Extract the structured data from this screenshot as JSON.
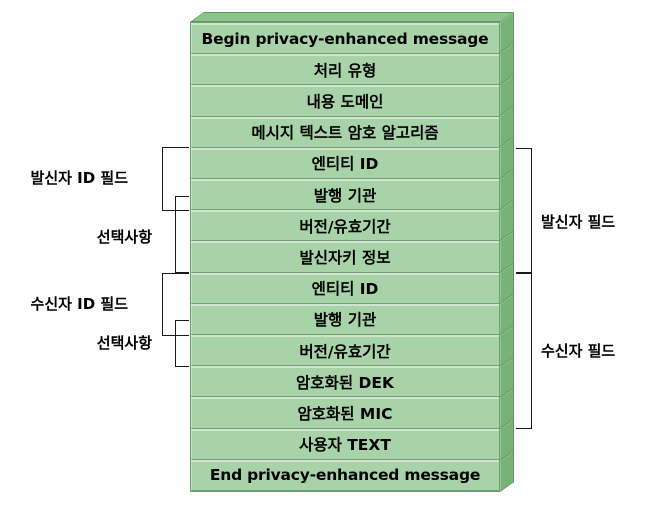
{
  "stack": {
    "rows": [
      {
        "label": "Begin privacy-enhanced message",
        "emphasis": true
      },
      {
        "label": "처리 유형"
      },
      {
        "label": "내용 도메인"
      },
      {
        "label": "메시지 텍스트 암호 알고리즘"
      },
      {
        "label": "엔티티 ID"
      },
      {
        "label": "발행 기관"
      },
      {
        "label": "버전/유효기간"
      },
      {
        "label": "발신자키 정보"
      },
      {
        "label": "엔티티 ID"
      },
      {
        "label": "발행 기관"
      },
      {
        "label": "버전/유효기간"
      },
      {
        "label": "암호화된 DEK"
      },
      {
        "label": "암호화된 MIC"
      },
      {
        "label": "사용자 TEXT"
      },
      {
        "label": "End privacy-enhanced message",
        "emphasis": true
      }
    ]
  },
  "annotations": {
    "left": [
      {
        "label": "발신자 ID 필드"
      },
      {
        "label": "선택사항"
      },
      {
        "label": "수신자 ID 필드"
      },
      {
        "label": "선택사항"
      }
    ],
    "right": [
      {
        "label": "발신자 필드"
      },
      {
        "label": "수신자 필드"
      }
    ]
  },
  "colors": {
    "front_face": "#a8d3a8",
    "side_face": "#79b279",
    "top_face": "#8cc28c",
    "edge_line": "#6fa06f",
    "side_edge_line": "#5e965e",
    "bracket_line": "#1a1a1a",
    "text": "#000000"
  }
}
